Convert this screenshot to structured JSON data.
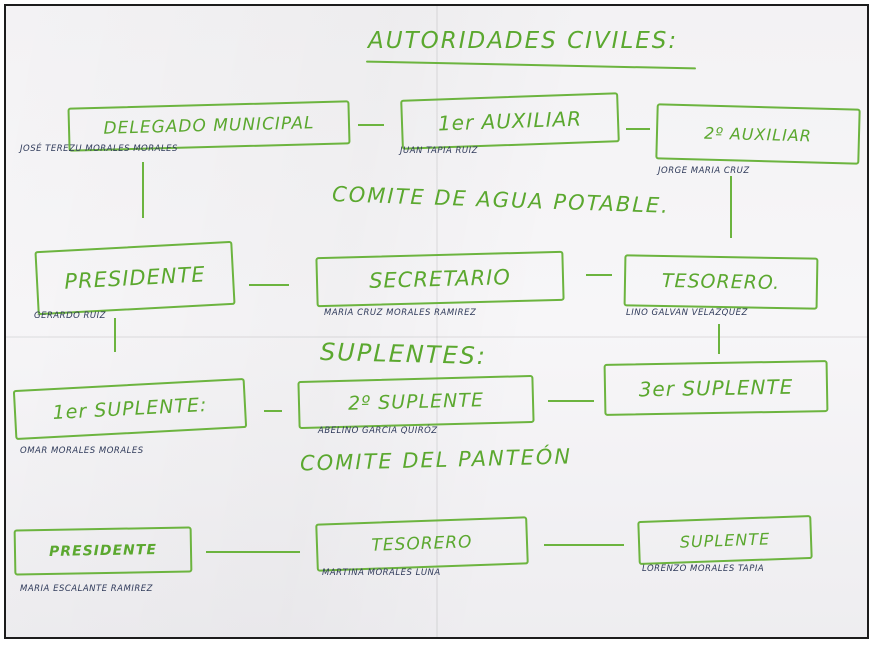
{
  "sections": {
    "autoridades_title": "AUTORIDADES CIVILES:",
    "comite_agua_title": "COMITE DE AGUA POTABLE.",
    "suplentes_title": "SUPLENTES:",
    "comite_panteon_title": "COMITE DEL PANTEÓN"
  },
  "autoridades": [
    {
      "role": "DELEGADO MUNICIPAL",
      "name": "JOSÉ TEREZU MORALES MORALES"
    },
    {
      "role": "1er AUXILIAR",
      "name": "JUAN TAPIA RUIZ"
    },
    {
      "role": "2º AUXILIAR",
      "name": "JORGE MARIA CRUZ"
    }
  ],
  "comite_agua": [
    {
      "role": "PRESIDENTE",
      "name": "GERARDO RUIZ"
    },
    {
      "role": "SECRETARIO",
      "name": "MARIA CRUZ MORALES RAMIREZ"
    },
    {
      "role": "TESORERO.",
      "name": "LINO GALVAN VELAZQUEZ"
    }
  ],
  "suplentes": [
    {
      "role": "1er SUPLENTE:",
      "name": "OMAR MORALES MORALES"
    },
    {
      "role": "2º SUPLENTE",
      "name": "ABELINO GARCIA QUIRÓZ"
    },
    {
      "role": "3er SUPLENTE",
      "name": ""
    }
  ],
  "comite_panteon": [
    {
      "role": "PRESIDENTE",
      "name": "MARIA ESCALANTE RAMIREZ"
    },
    {
      "role": "TESORERO",
      "name": "MARTINA MORALES LUNA"
    },
    {
      "role": "SUPLENTE",
      "name": "LORENZO MORALES TAPIA"
    }
  ],
  "colors": {
    "marker_green": "#5ba82f",
    "ink_name": "#2f3a5a"
  }
}
